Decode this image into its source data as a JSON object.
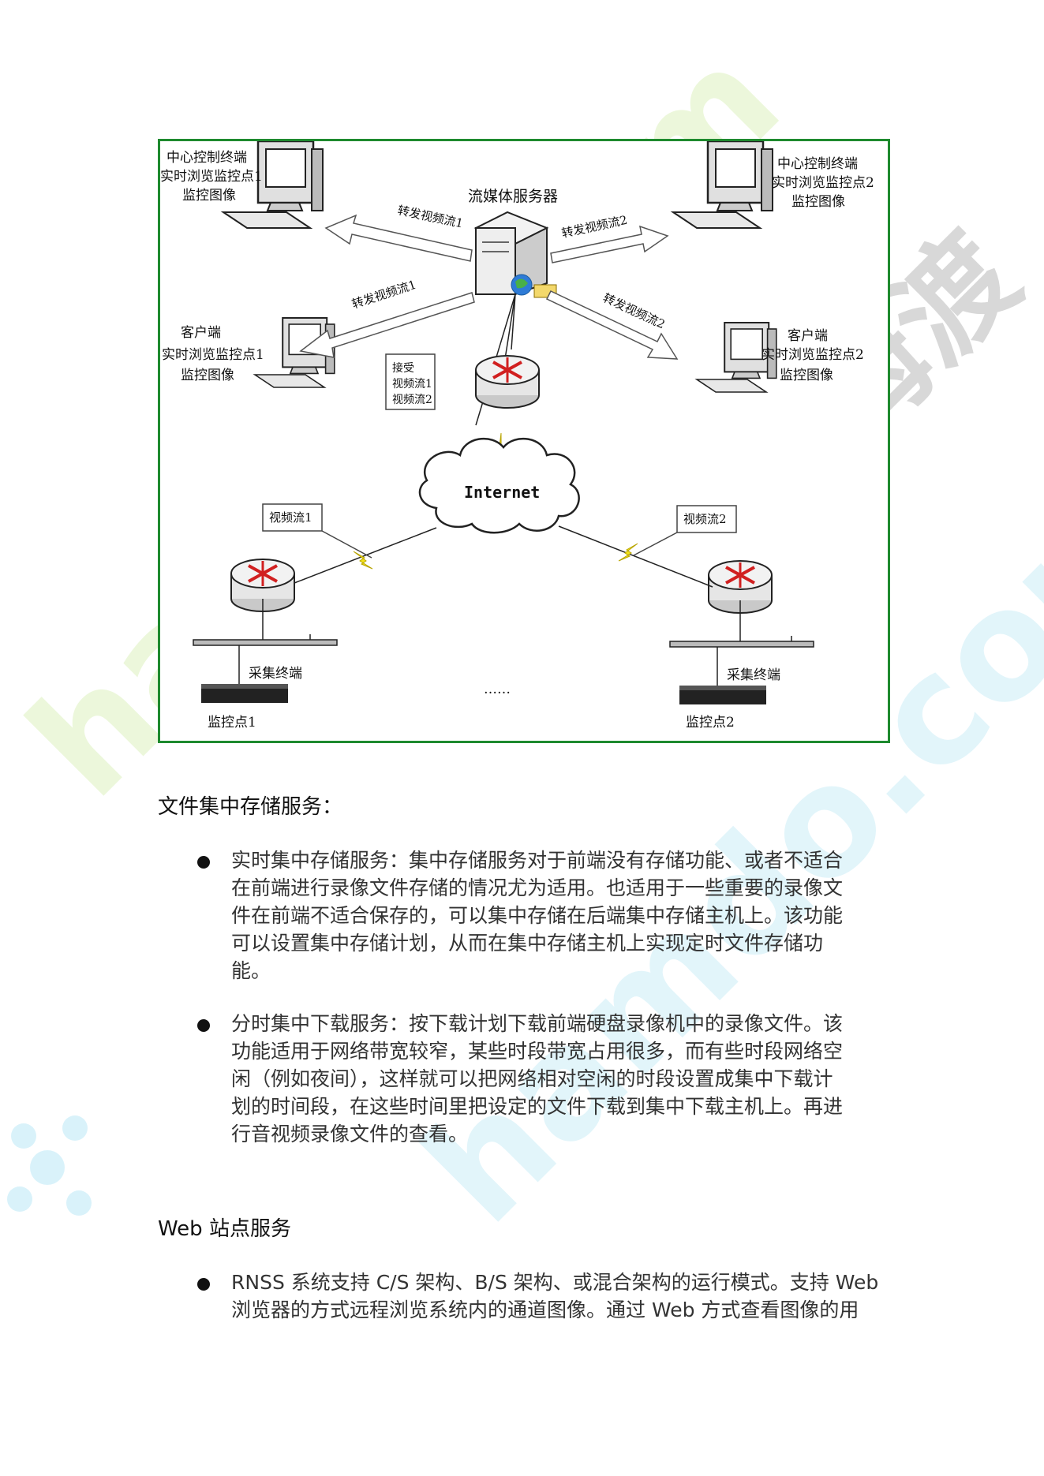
{
  "watermark": {
    "text1": "hamdo.com",
    "text2": "河姆渡",
    "text3": "hamdo.com"
  },
  "figure": {
    "center_terminal_1": [
      "中心控制终端",
      "实时浏览监控点1",
      "监控图像"
    ],
    "center_terminal_2": [
      "中心控制终端",
      "实时浏览监控点2",
      "监控图像"
    ],
    "client_1": [
      "客户端",
      "实时浏览监控点1",
      "监控图像"
    ],
    "client_2": [
      "客户端",
      "实时浏览监控点2",
      "监控图像"
    ],
    "server_label": "流媒体服务器",
    "forward_stream_1": "转发视频流1",
    "forward_stream_2": "转发视频流2",
    "receive_box": [
      "接受",
      "视频流1",
      "视频流2"
    ],
    "internet": "Internet",
    "stream_1": "视频流1",
    "stream_2": "视频流2",
    "capture_terminal": "采集终端",
    "ellipsis": "……",
    "site_1": "监控点1",
    "site_2": "监控点2"
  },
  "section1": {
    "heading": "文件集中存储服务：",
    "bullets": [
      [
        "实时集中存储服务：集中存储服务对于前端没有存储功能、或者不适合",
        "在前端进行录像文件存储的情况尤为适用。也适用于一些重要的录像文",
        "件在前端不适合保存的，可以集中存储在后端集中存储主机上。该功能",
        "可以设置集中存储计划，从而在集中存储主机上实现定时文件存储功",
        "能。"
      ],
      [
        "分时集中下载服务：按下载计划下载前端硬盘录像机中的录像文件。该",
        "功能适用于网络带宽较窄，某些时段带宽占用很多，而有些时段网络空",
        "闲（例如夜间），这样就可以把网络相对空闲的时段设置成集中下载计",
        "划的时间段，在这些时间里把设定的文件下载到集中下载主机上。再进",
        "行音视频录像文件的查看。"
      ]
    ]
  },
  "section2": {
    "heading": "Web 站点服务",
    "bullets": [
      [
        "RNSS 系统支持 C/S 架构、B/S 架构、或混合架构的运行模式。支持 Web",
        "浏览器的方式远程浏览系统内的通道图像。通过 Web 方式查看图像的用"
      ]
    ]
  }
}
